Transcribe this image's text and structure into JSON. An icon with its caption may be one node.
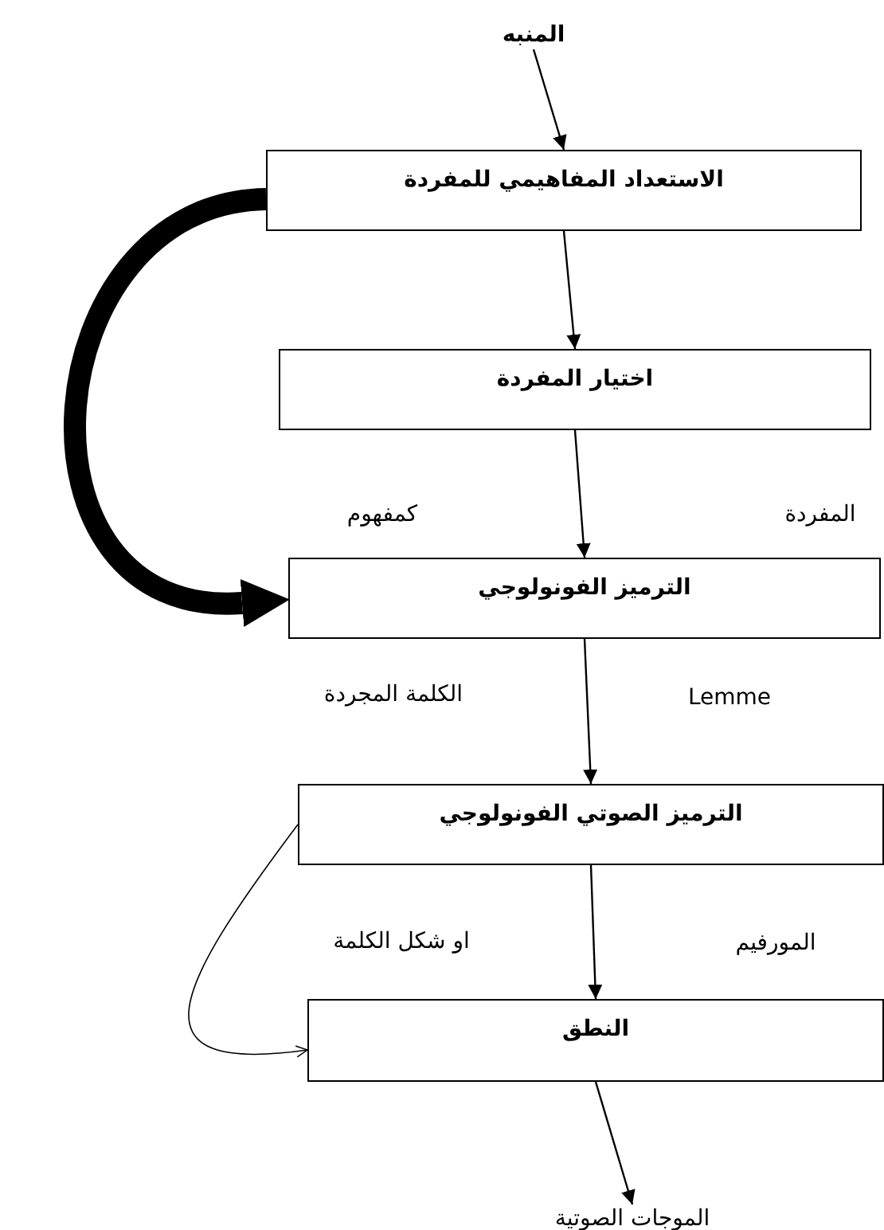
{
  "diagram": {
    "nodes": [
      {
        "text": [
          "المنبه"
        ]
      },
      {
        "text": [
          "الاستعداد المفاهيمي للمفردة"
        ]
      },
      {
        "text": [
          "اختيار المفردة"
        ]
      },
      {
        "text": [
          "الترميز الفونولوجي"
        ]
      },
      {
        "text": [
          "الترميز الصوتي الفونولوجي"
        ]
      },
      {
        "text": [
          "النطق"
        ]
      },
      {
        "text": [
          "الموجات الصوتية"
        ]
      }
    ],
    "edges": [
      {
        "from": 0,
        "to": 1,
        "arrow": "to"
      },
      {
        "from": 1,
        "to": 2,
        "arrow": "to"
      },
      {
        "from": 2,
        "to": 3,
        "arrow": "to"
      },
      {
        "from": 3,
        "to": 4,
        "arrow": "to"
      },
      {
        "from": 4,
        "to": 5,
        "arrow": "to"
      },
      {
        "from": 5,
        "to": 6,
        "arrow": "to"
      },
      {
        "from": 1,
        "to": 3,
        "arrow": "to",
        "style": "thick"
      },
      {
        "from": 4,
        "to": 5,
        "arrow": "to"
      }
    ],
    "labels": [
      "المفردة",
      "كمفهوم",
      "الكلمة المجردة",
      "Lemme",
      "المورفيم",
      "او شكل الكلمة"
    ]
  }
}
